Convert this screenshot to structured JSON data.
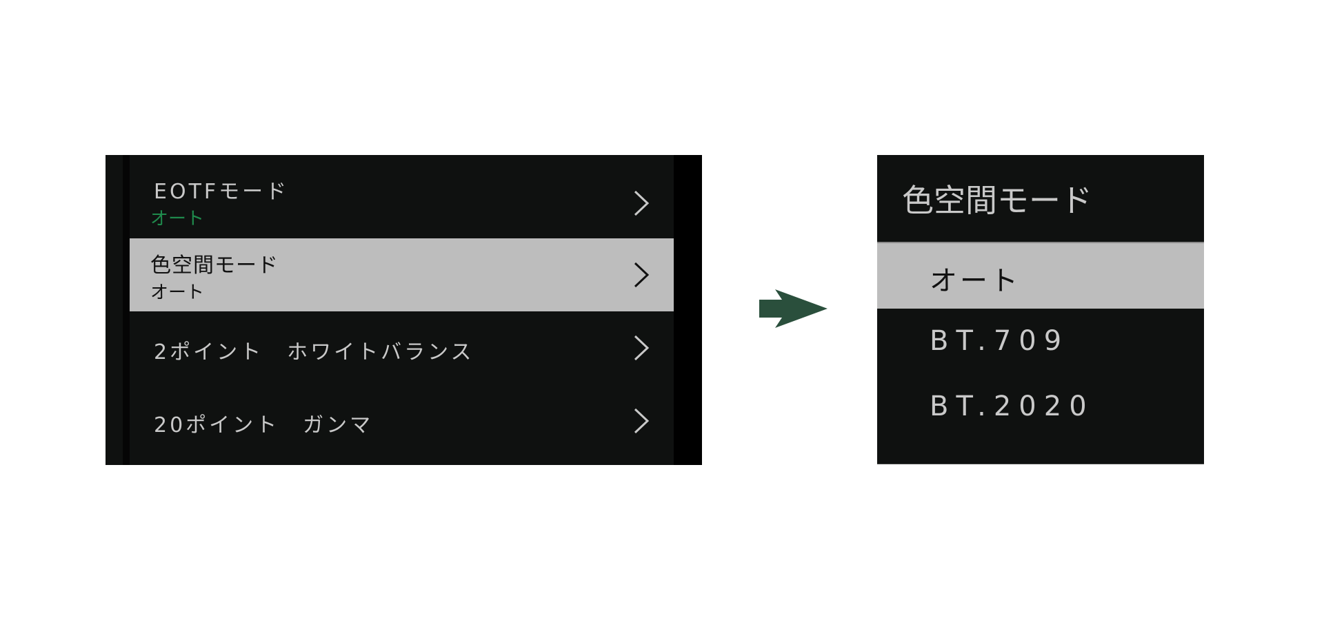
{
  "left_menu": {
    "items": [
      {
        "title": "EOTFモード",
        "value": "オート",
        "value_color": "#1f8a4c",
        "selected": false
      },
      {
        "title": "色空間モード",
        "value": "オート",
        "selected": true
      },
      {
        "title": "2ポイント　ホワイトバランス",
        "selected": false
      },
      {
        "title": "20ポイント　ガンマ",
        "selected": false
      }
    ]
  },
  "transition_arrow": {
    "color": "#2a4f3c"
  },
  "submenu": {
    "title": "色空間モード",
    "options": [
      {
        "label": "オート",
        "selected": true
      },
      {
        "label": "BT.709",
        "selected": false
      },
      {
        "label": "BT.2020",
        "selected": false
      }
    ]
  },
  "colors": {
    "panel_bg": "#0f1110",
    "highlight_bg": "#bdbdbd",
    "text_light": "#c9c9c9",
    "text_dark": "#111111",
    "accent_green": "#1f8a4c"
  }
}
